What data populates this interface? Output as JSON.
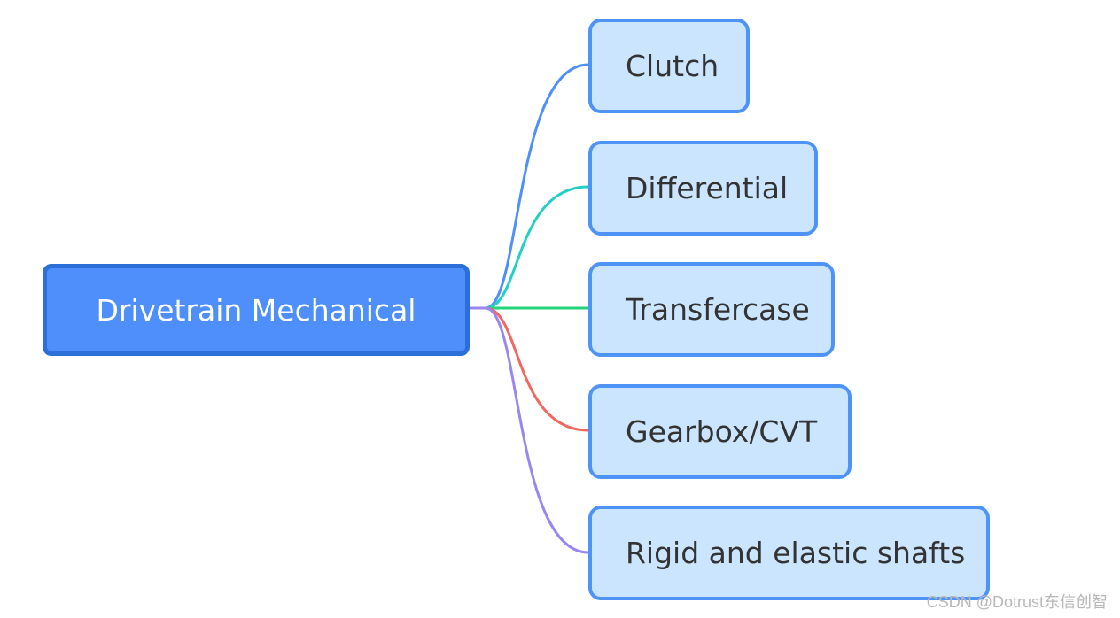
{
  "mindmap": {
    "root": {
      "label": "Drivetrain Mechanical",
      "fill_color": "#4e8ffc",
      "border_color": "#2d6fd9"
    },
    "branches": [
      {
        "label": "Clutch",
        "link_color": "#4e8ffc"
      },
      {
        "label": "Differential",
        "link_color": "#22cfc4"
      },
      {
        "label": "Transfercase",
        "link_color": "#22d37a"
      },
      {
        "label": "Gearbox/CVT",
        "link_color": "#f4675f"
      },
      {
        "label": "Rigid and elastic shafts",
        "link_color": "#9b86ee"
      }
    ],
    "branch_fill_color": "#cce5ff",
    "branch_border_color": "#4e94f7"
  },
  "watermark": "CSDN @Dotrust东信创智"
}
